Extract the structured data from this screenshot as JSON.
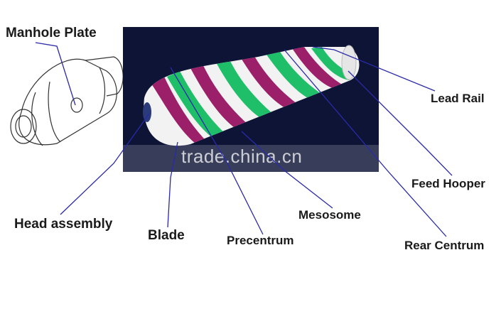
{
  "labels": {
    "manhole_plate": "Manhole Plate",
    "lead_rail": "Lead Rail",
    "feed_hooper": "Feed Hooper",
    "head_assembly": "Head assembly",
    "blade": "Blade",
    "precentrum": "Precentrum",
    "mesosome": "Mesosome",
    "rear_centrum": "Rear Centrum"
  },
  "watermark": "trade.china.cn",
  "colors": {
    "render_background": "#0d1436",
    "blade_green": "#1fbf6a",
    "blade_magenta": "#9c1f6a",
    "drum_body": "#f2f2f2",
    "leader_line": "#2a2aa8"
  }
}
